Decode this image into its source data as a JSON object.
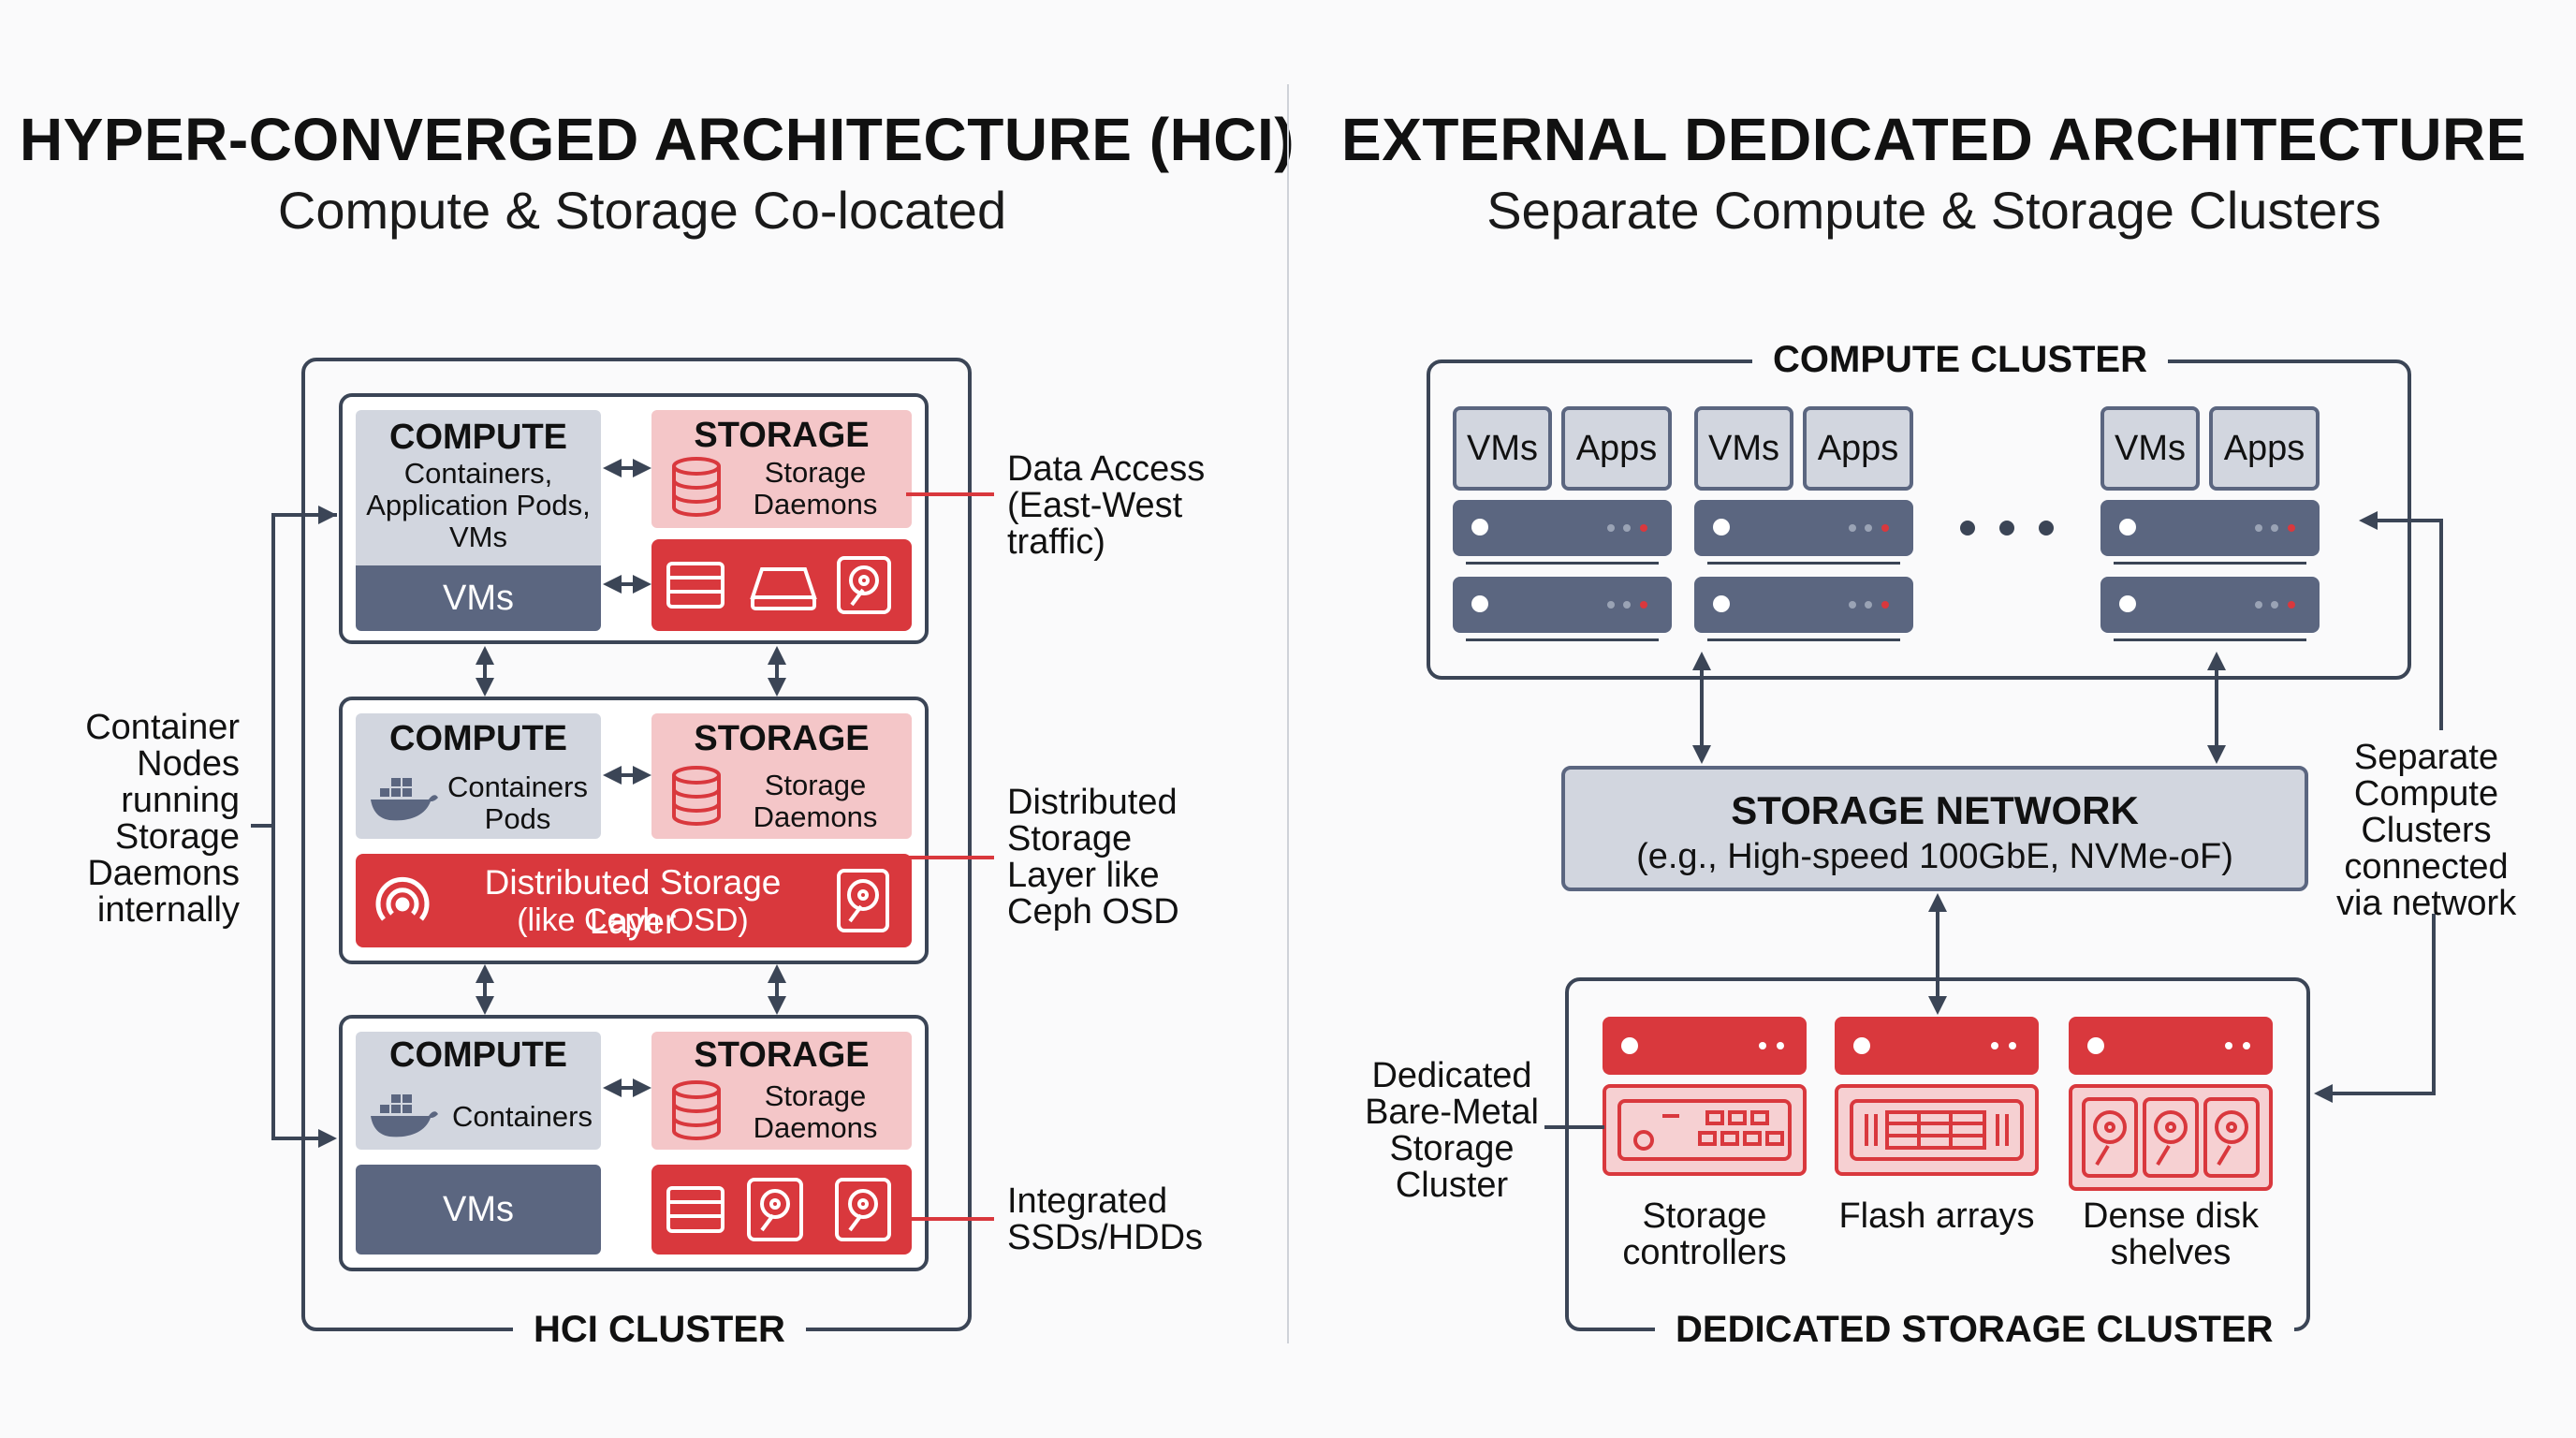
{
  "left": {
    "title": "HYPER-CONVERGED ARCHITECTURE (HCI)",
    "subtitle": "Compute & Storage Co-located",
    "cluster_label": "HCI CLUSTER",
    "side_note": [
      "Container",
      "Nodes",
      "running",
      "Storage",
      "Daemons",
      "internally"
    ],
    "node1": {
      "compute_title": "COMPUTE",
      "compute_text": [
        "Containers,",
        "Application Pods,",
        "VMs"
      ],
      "vms": "VMs",
      "storage_title": "STORAGE",
      "storage_text": [
        "Storage",
        "Daemons"
      ]
    },
    "node2": {
      "compute_title": "COMPUTE",
      "compute_text": [
        "Containers",
        "Pods"
      ],
      "storage_title": "STORAGE",
      "storage_text": [
        "Storage",
        "Daemons"
      ],
      "layer_text": [
        "Distributed Storage Layer",
        "(like Ceph OSD)"
      ]
    },
    "node3": {
      "compute_title": "COMPUTE",
      "compute_text": [
        "Containers"
      ],
      "vms": "VMs",
      "storage_title": "STORAGE",
      "storage_text": [
        "Storage",
        "Daemons"
      ]
    },
    "callouts": {
      "data_access": [
        "Data Access",
        "(East-West",
        "traffic)"
      ],
      "distributed": [
        "Distributed",
        "Storage",
        "Layer like",
        "Ceph OSD"
      ],
      "integrated": [
        "Integrated",
        "SSDs/HDDs"
      ]
    }
  },
  "right": {
    "title": "EXTERNAL DEDICATED ARCHITECTURE",
    "subtitle": "Separate Compute & Storage Clusters",
    "compute_cluster_label": "COMPUTE CLUSTER",
    "chip_vms": "VMs",
    "chip_apps": "Apps",
    "network_title": "STORAGE NETWORK",
    "network_subtitle": "(e.g., High-speed 100GbE, NVMe-oF)",
    "storage_cluster_label": "DEDICATED STORAGE CLUSTER",
    "side_note_right": [
      "Separate",
      "Compute",
      "Clusters",
      "connected",
      "via network"
    ],
    "side_note_left": [
      "Dedicated",
      "Bare-Metal",
      "Storage",
      "Cluster"
    ],
    "units": [
      [
        "Storage",
        "controllers"
      ],
      [
        "Flash arrays"
      ],
      [
        "Dense disk",
        "shelves"
      ]
    ]
  },
  "colors": {
    "navy": "#3b4556",
    "slate": "#5b6680",
    "gray_fill": "#d2d6df",
    "red": "#d9383d",
    "pink": "#f4c6c8"
  }
}
